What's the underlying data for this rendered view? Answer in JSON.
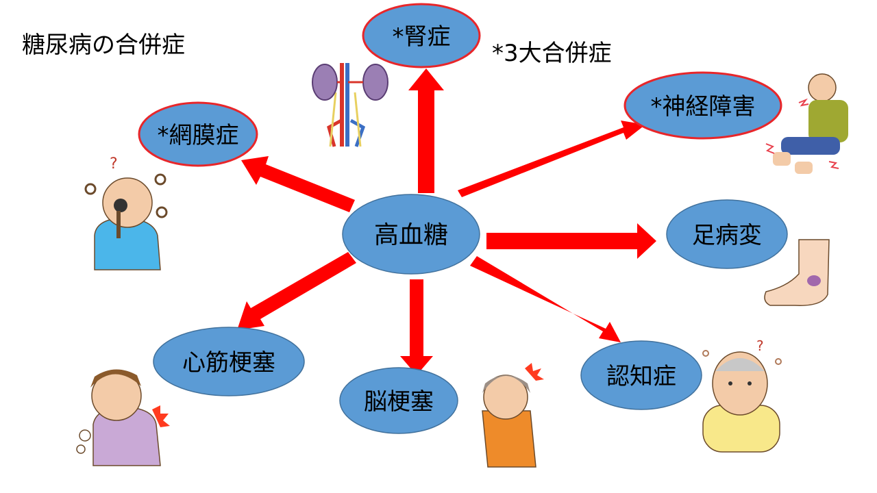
{
  "title": "糖尿病の合併症",
  "note": "*3大合併症",
  "center": {
    "label": "高血糖"
  },
  "nodes": [
    {
      "id": "nephropathy",
      "label": "*腎症",
      "major": true,
      "illustration": "kidneys-illustration"
    },
    {
      "id": "neuropathy",
      "label": "*神経障害",
      "major": true,
      "illustration": "numb-elderly-man-illustration"
    },
    {
      "id": "foot",
      "label": "足病変",
      "major": false,
      "illustration": "bruised-foot-illustration"
    },
    {
      "id": "dementia",
      "label": "認知症",
      "major": false,
      "illustration": "confused-elderly-man-illustration"
    },
    {
      "id": "stroke",
      "label": "脳梗塞",
      "major": false,
      "illustration": "headache-elderly-woman-illustration"
    },
    {
      "id": "mi",
      "label": "心筋梗塞",
      "major": false,
      "illustration": "chest-pain-man-illustration"
    },
    {
      "id": "retinopathy",
      "label": "*網膜症",
      "major": true,
      "illustration": "eye-problem-man-illustration"
    }
  ],
  "colors": {
    "node_fill": "#5b9bd5",
    "node_stroke": "#41719c",
    "major_stroke": "#e8262a",
    "arrow": "#ff0000"
  }
}
